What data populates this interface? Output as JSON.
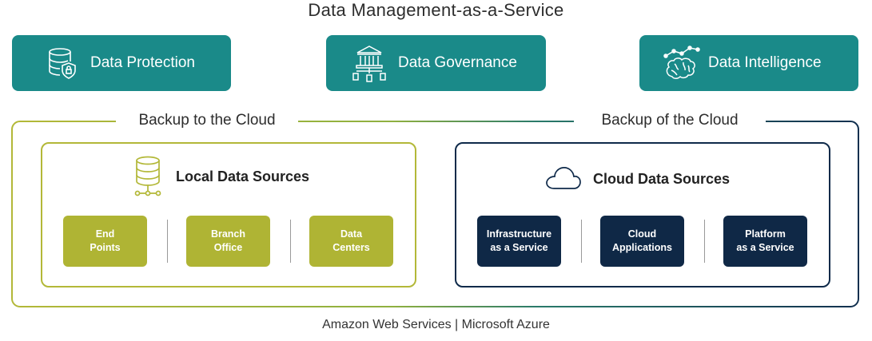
{
  "title": "Data Management-as-a-Service",
  "services": [
    {
      "label": "Data Protection",
      "icon": "database-shield-icon"
    },
    {
      "label": "Data Governance",
      "icon": "government-building-icon"
    },
    {
      "label": "Data Intelligence",
      "icon": "brain-chart-icon"
    }
  ],
  "outer": {
    "left_label": "Backup to the Cloud",
    "right_label": "Backup of the Cloud"
  },
  "local": {
    "title": "Local Data Sources",
    "icon": "database-network-icon",
    "tiles": [
      "End\nPoints",
      "Branch\nOffice",
      "Data\nCenters"
    ]
  },
  "cloud": {
    "title": "Cloud Data Sources",
    "icon": "cloud-icon",
    "tiles": [
      "Infrastructure\nas a Service",
      "Cloud\nApplications",
      "Platform\nas a  Service"
    ]
  },
  "footer": "Amazon Web Services | Microsoft Azure",
  "colors": {
    "teal": "#1a8a89",
    "olive": "#afb434",
    "navy": "#0f2846"
  }
}
